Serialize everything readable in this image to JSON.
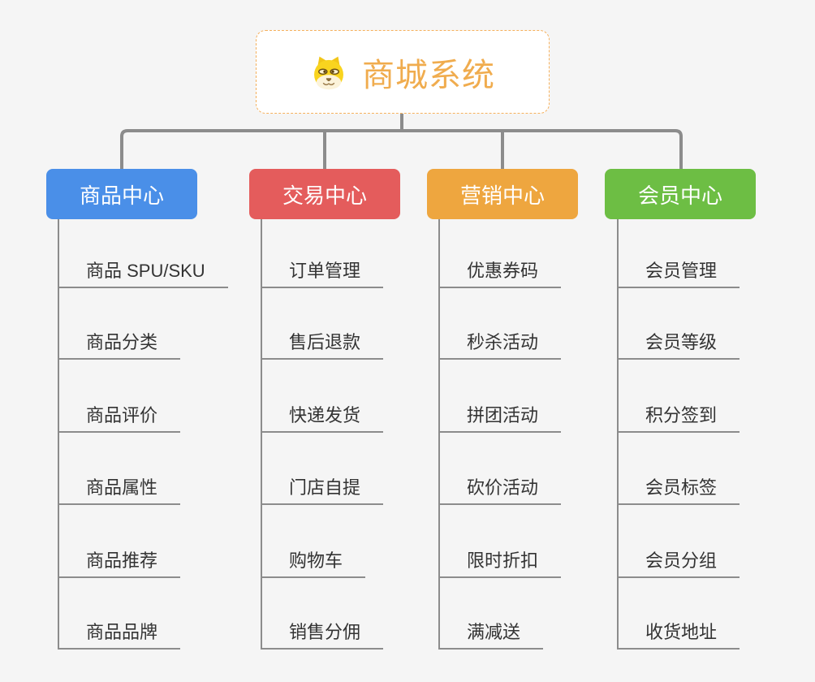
{
  "root": {
    "title": "商城系统",
    "icon": "doge-icon",
    "accent_color": "#f0ac4e",
    "border_color": "#f5b05c"
  },
  "connector_color": "#8c8c8c",
  "branches": [
    {
      "label": "商品中心",
      "color": "#4a8fe8",
      "items": [
        "商品 SPU/SKU",
        "商品分类",
        "商品评价",
        "商品属性",
        "商品推荐",
        "商品品牌"
      ]
    },
    {
      "label": "交易中心",
      "color": "#e45c5c",
      "items": [
        "订单管理",
        "售后退款",
        "快递发货",
        "门店自提",
        "购物车",
        "销售分佣"
      ]
    },
    {
      "label": "营销中心",
      "color": "#eea63f",
      "items": [
        "优惠券码",
        "秒杀活动",
        "拼团活动",
        "砍价活动",
        "限时折扣",
        "满减送"
      ]
    },
    {
      "label": "会员中心",
      "color": "#6dbe44",
      "items": [
        "会员管理",
        "会员等级",
        "积分签到",
        "会员标签",
        "会员分组",
        "收货地址"
      ]
    }
  ]
}
